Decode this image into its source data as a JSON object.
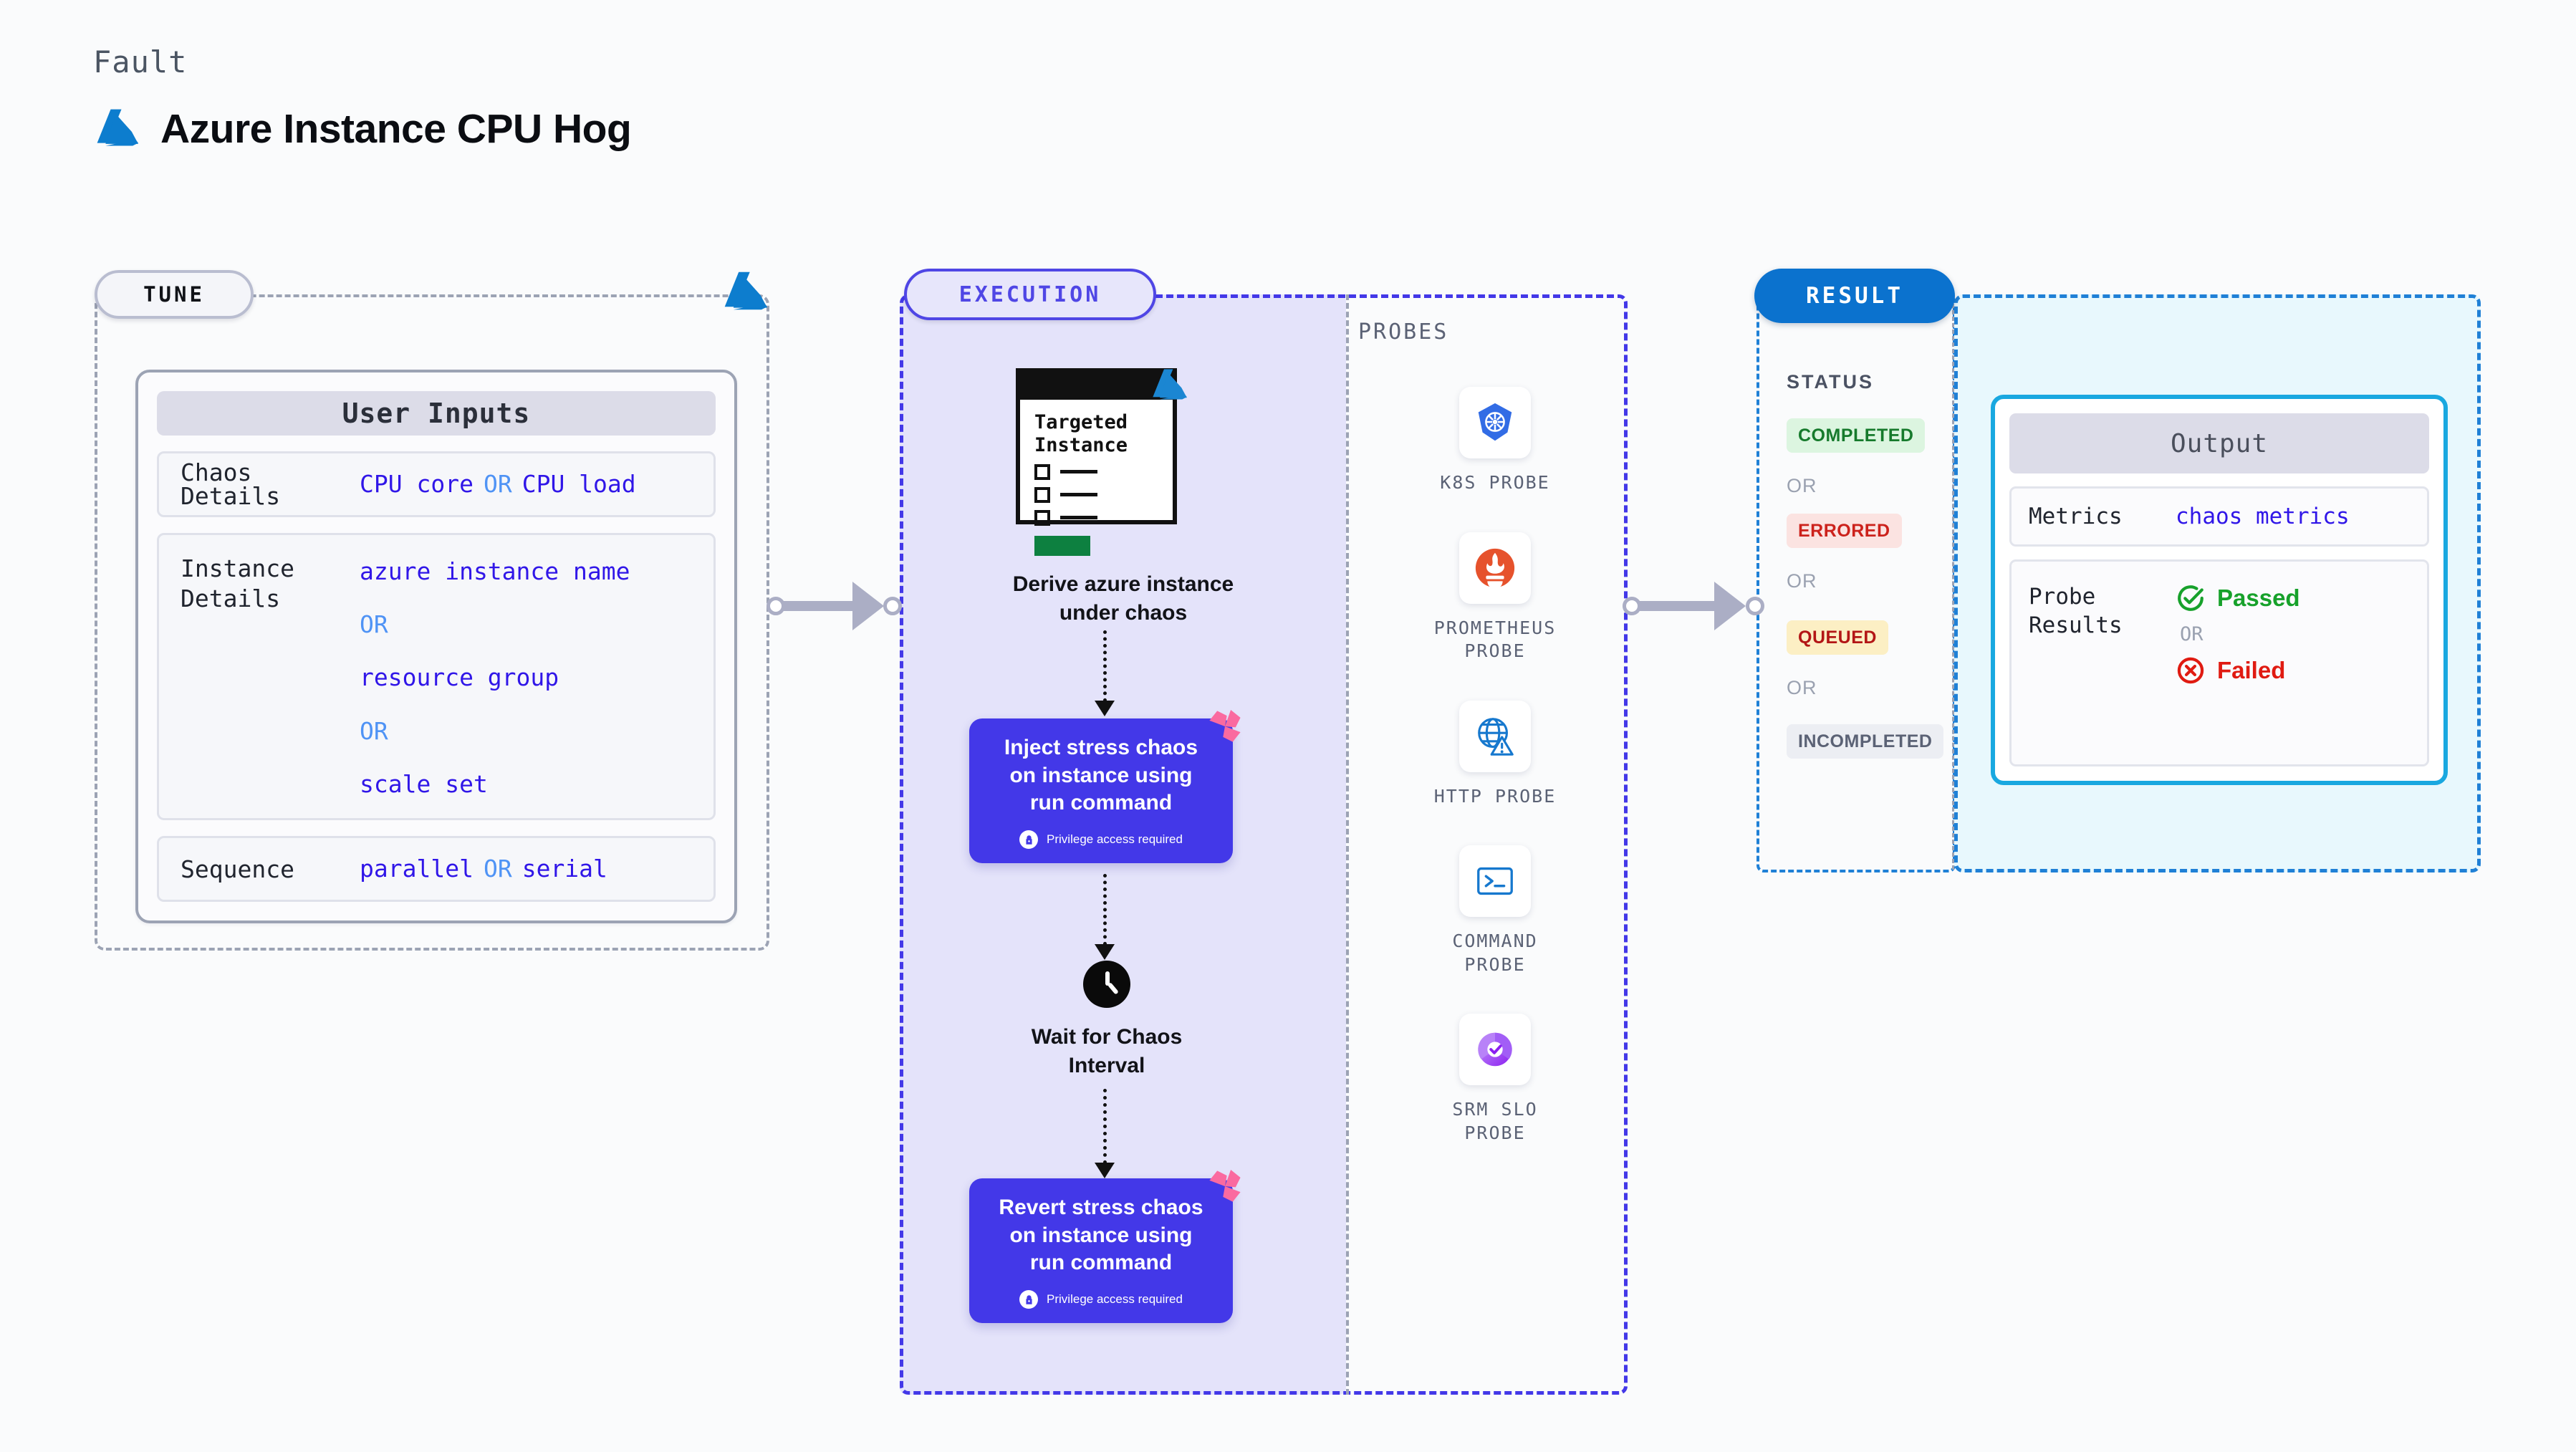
{
  "header": {
    "eyebrow": "Fault",
    "title": "Azure Instance CPU Hog",
    "logo_icon": "azure-logo-icon",
    "logo_color": "#0d7dce"
  },
  "tune": {
    "pill_label": "TUNE",
    "azure_icon": "azure-logo-icon",
    "card": {
      "header": "User Inputs",
      "rows": [
        {
          "key": "Chaos Details",
          "values": [
            "CPU core",
            "CPU load"
          ],
          "separator": "OR",
          "layout": "inline"
        },
        {
          "key": "Instance\nDetails",
          "values": [
            "azure instance name",
            "resource group",
            "scale set"
          ],
          "separator": "OR",
          "layout": "stacked"
        },
        {
          "key": "Sequence",
          "values": [
            "parallel",
            "serial"
          ],
          "separator": "OR",
          "layout": "inline"
        }
      ]
    }
  },
  "execution": {
    "pill_label": "EXECUTION",
    "target_doc": {
      "heading_line1": "Targeted",
      "heading_line2": "Instance",
      "azure_icon": "azure-logo-icon"
    },
    "derive_caption_line1": "Derive azure instance",
    "derive_caption_line2": "under chaos",
    "inject_card": {
      "text_line1": "Inject stress chaos",
      "text_line2": "on instance using",
      "text_line3": "run command",
      "badge": "Privilege access required",
      "badge_icon": "lock-icon",
      "corner_icon": "chaos-pinwheel-icon"
    },
    "wait_caption_line1": "Wait for Chaos",
    "wait_caption_line2": "Interval",
    "wait_icon": "clock-icon",
    "revert_card": {
      "text_line1": "Revert stress chaos",
      "text_line2": "on instance using",
      "text_line3": "run command",
      "badge": "Privilege access required",
      "badge_icon": "lock-icon",
      "corner_icon": "chaos-pinwheel-icon"
    }
  },
  "probes": {
    "label": "PROBES",
    "items": [
      {
        "name": "K8S PROBE",
        "icon": "kubernetes-icon",
        "color": "#326ce5"
      },
      {
        "name": "PROMETHEUS\nPROBE",
        "icon": "prometheus-icon",
        "color": "#e6522c"
      },
      {
        "name": "HTTP PROBE",
        "icon": "http-globe-warning-icon",
        "color": "#1678ce"
      },
      {
        "name": "COMMAND\nPROBE",
        "icon": "terminal-icon",
        "color": "#1678ce"
      },
      {
        "name": "SRM SLO\nPROBE",
        "icon": "srm-slo-donut-icon",
        "color": "#9b3df5"
      }
    ]
  },
  "result": {
    "pill_label": "RESULT",
    "status_label": "STATUS",
    "or_label": "OR",
    "badges": [
      {
        "label": "COMPLETED",
        "bg": "#dcf5e0",
        "fg": "#167a2c"
      },
      {
        "label": "ERRORED",
        "bg": "#fbe3e1",
        "fg": "#cc221c"
      },
      {
        "label": "QUEUED",
        "bg": "#fcefc4",
        "fg": "#b31616"
      },
      {
        "label": "INCOMPLETED",
        "bg": "#eceef3",
        "fg": "#5b6275"
      }
    ],
    "output": {
      "header": "Output",
      "metrics_key": "Metrics",
      "metrics_value": "chaos metrics",
      "probe_results_key": "Probe\nResults",
      "passed_label": "Passed",
      "failed_label": "Failed",
      "or_label": "OR",
      "passed_icon": "check-circle-icon",
      "failed_icon": "x-circle-icon"
    }
  }
}
